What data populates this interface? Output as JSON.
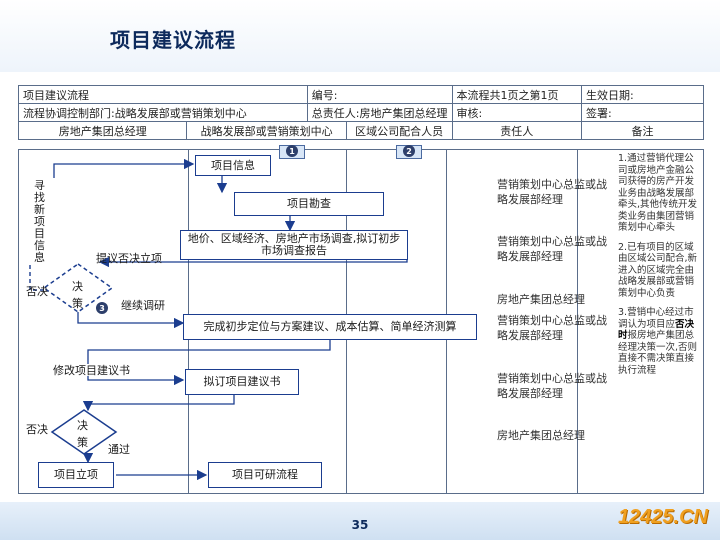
{
  "title": "项目建议流程",
  "page_number": "35",
  "watermark": "12425.CN",
  "header": {
    "row1": {
      "name": "项目建议流程",
      "code": "编号:",
      "page_info": "本流程共1页之第1页",
      "effective_date": "生效日期:"
    },
    "row2": {
      "coordinator": "流程协调控制部门:战略发展部或营销策划中心",
      "owner": "总责任人:房地产集团总经理",
      "review": "审核:",
      "sign": "签署:"
    },
    "lanes": [
      "房地产集团总经理",
      "战略发展部或营销策划中心",
      "区域公司配合人员",
      "责任人",
      "备注"
    ]
  },
  "flow": {
    "vertical_label": "寻找新项目信息",
    "project_info": "项目信息",
    "survey": "项目勘查",
    "report": "地价、区域经济、房地产市场调查,拟订初步市场调查报告",
    "decision1": "决策",
    "propose_label": "提议否决立项",
    "reject1": "否决",
    "continue_label": "继续调研",
    "positioning": "完成初步定位与方案建议、成本估算、简单经济测算",
    "revise_label": "修改项目建议书",
    "draft": "拟订项目建议书",
    "decision2": "决策",
    "reject2": "否决",
    "pass": "通过",
    "approve": "项目立项",
    "feasibility": "项目可研流程"
  },
  "badges": [
    "1",
    "2",
    "3"
  ],
  "responsible": [
    "营销策划中心总监或战略发展部经理",
    "营销策划中心总监或战略发展部经理",
    "房地产集团总经理",
    "营销策划中心总监或战略发展部经理",
    "营销策划中心总监或战略发展部经理",
    "房地产集团总经理"
  ],
  "notes": {
    "n1": "1.通过营销代理公司或房地产金融公司获得的房产开发业务由战略发展部牵头,其他传统开发类业务由集团营销策划中心牵头",
    "n2": "2.已有项目的区域由区域公司配合,新进入的区域完全由战略发展部或营销策划中心负责",
    "n3_a": "3.营销中心经过市调认为项目应",
    "n3_b": "否决时",
    "n3_c": "报房地产集团总经理决策一次,否则直接不需决策直接执行流程"
  },
  "colors": {
    "box_border": "#1b3d8f",
    "arrow": "#1b3d8f",
    "title": "#0d2a5c",
    "table_border": "#5a6d8a"
  }
}
